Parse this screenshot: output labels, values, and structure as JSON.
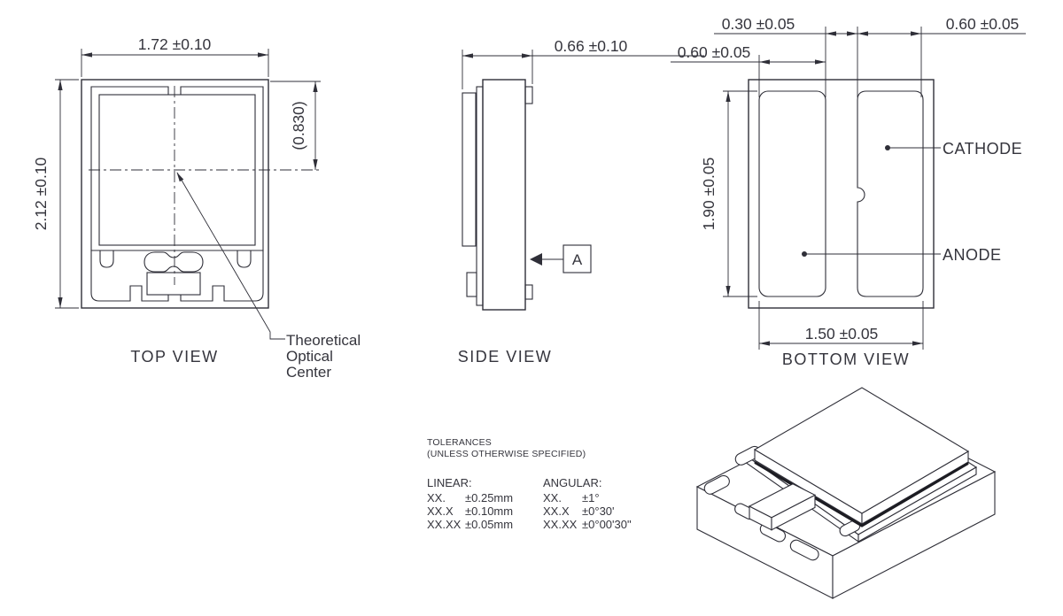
{
  "drawing": {
    "colors": {
      "line": "#2f2f38",
      "text": "#35353d",
      "background": "#ffffff",
      "seam": "#1c1c22"
    },
    "views": {
      "top": {
        "label": "TOP VIEW",
        "dim_width": "1.72 ±0.10",
        "dim_height": "2.12 ±0.10",
        "dim_optical_offset": "(0.830)",
        "callout": {
          "line1": "Theoretical",
          "line2": "Optical",
          "line3": "Center"
        }
      },
      "side": {
        "label": "SIDE VIEW",
        "dim_thickness": "0.66 ±0.10",
        "datum_label": "A"
      },
      "bottom": {
        "label": "BOTTOM VIEW",
        "dim_pad_gap": "0.30 ±0.05",
        "dim_pad_left_width": "0.60 ±0.05",
        "dim_pad_right_width": "0.60 ±0.05",
        "dim_pad_height": "1.90 ±0.05",
        "dim_pads_total_width": "1.50 ±0.05",
        "cathode_label": "CATHODE",
        "anode_label": "ANODE"
      }
    },
    "tolerances": {
      "title": "TOLERANCES",
      "subtitle": "(UNLESS OTHERWISE SPECIFIED)",
      "linear": {
        "heading": "LINEAR:",
        "rows": [
          {
            "digits": "XX.",
            "value": "±0.25mm"
          },
          {
            "digits": "XX.X",
            "value": "±0.10mm"
          },
          {
            "digits": "XX.XX",
            "value": "±0.05mm"
          }
        ]
      },
      "angular": {
        "heading": "ANGULAR:",
        "rows": [
          {
            "digits": "XX.",
            "value": "±1°"
          },
          {
            "digits": "XX.X",
            "value": "±0°30'"
          },
          {
            "digits": "XX.XX",
            "value": "±0°00'30\""
          }
        ]
      }
    }
  }
}
